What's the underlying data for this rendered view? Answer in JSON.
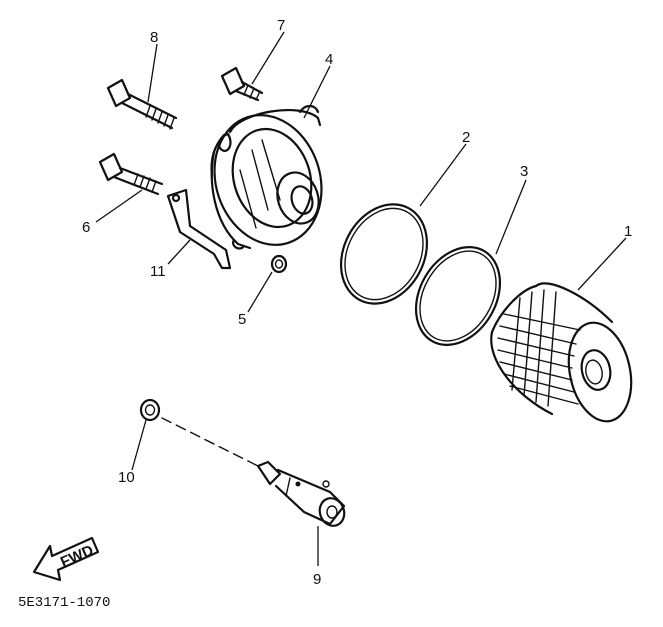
{
  "callouts": {
    "p1": "1",
    "p2": "2",
    "p3": "3",
    "p4": "4",
    "p5": "5",
    "p6": "6",
    "p7": "7",
    "p8": "8",
    "p9": "9",
    "p10": "10",
    "p11": "11"
  },
  "fwd_label": "FWD",
  "diagram_code": "5E3171-1070",
  "icons": {
    "fwd_arrow": "fwd-arrow-icon"
  },
  "colors": {
    "ink": "#111111",
    "paper": "#ffffff"
  }
}
